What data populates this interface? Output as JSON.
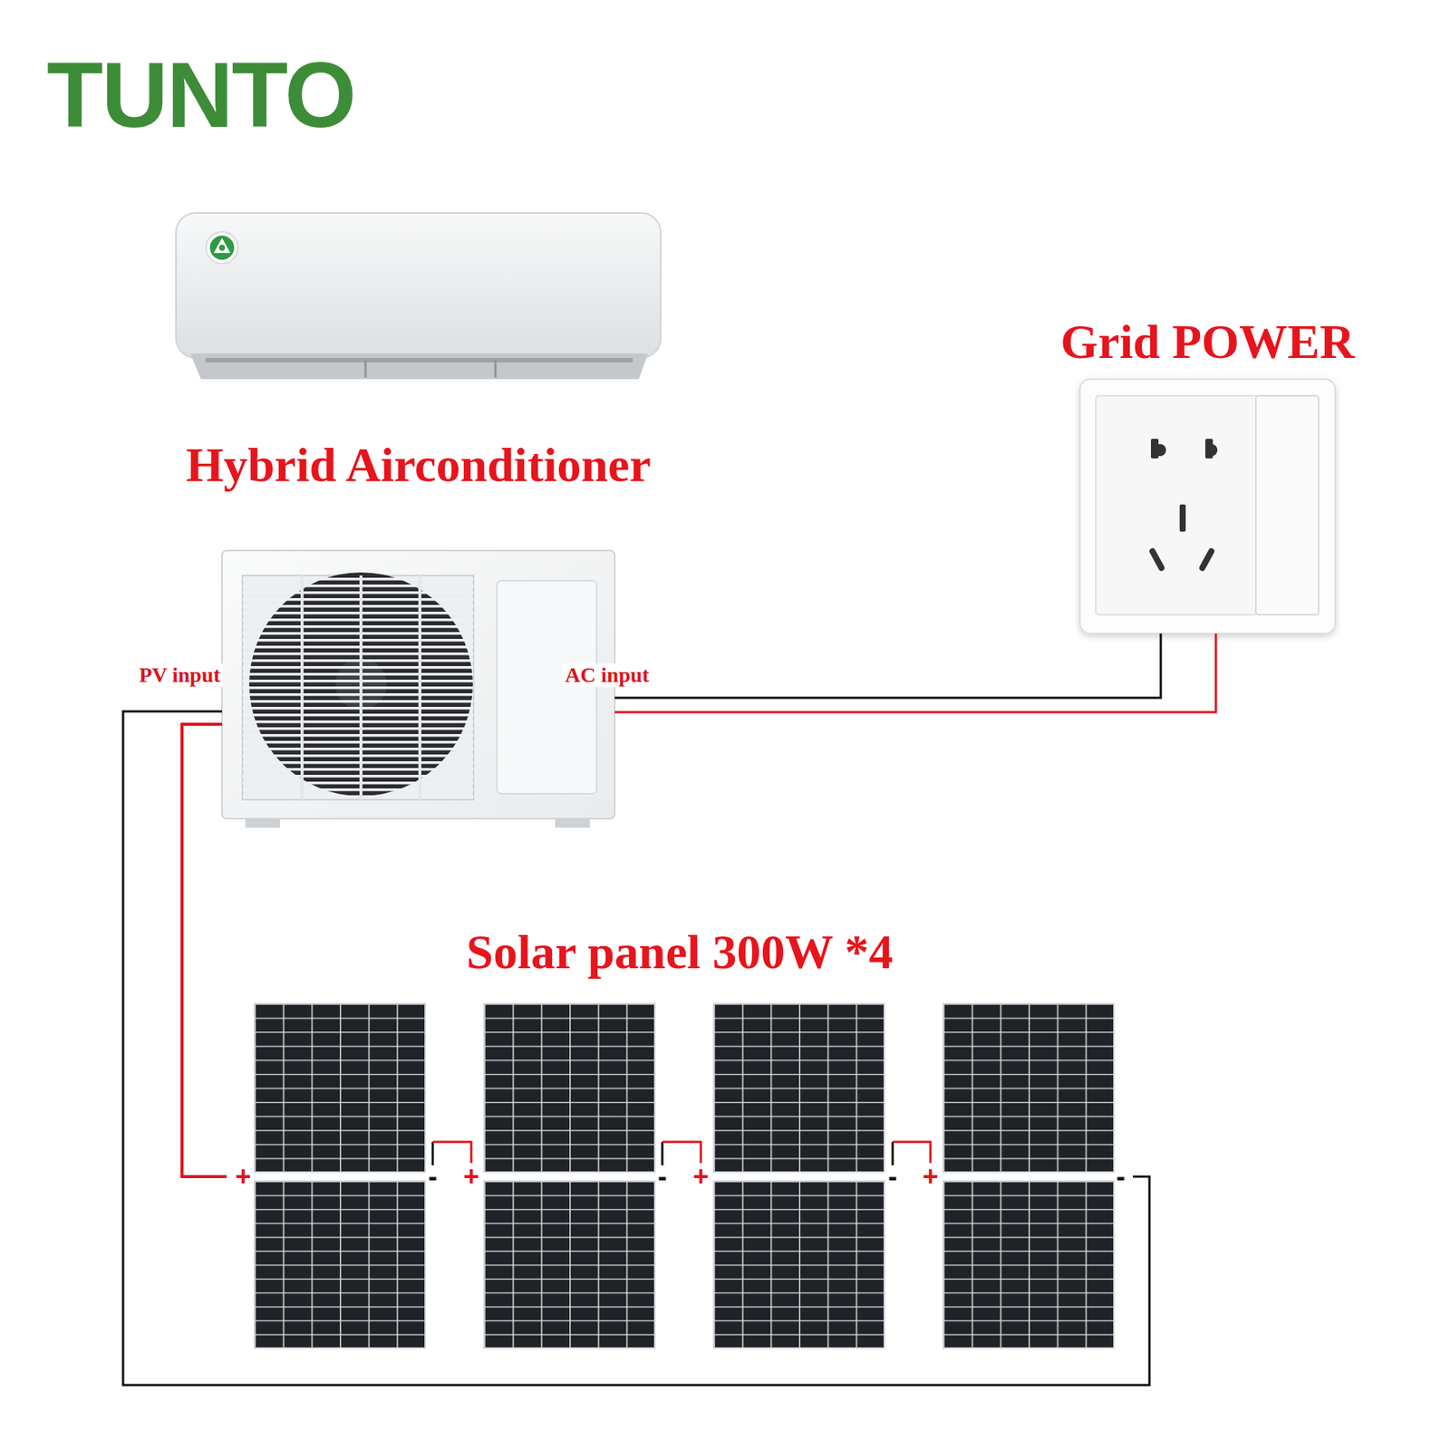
{
  "diagram": {
    "nodes": [
      {
        "text": [
          "Hybrid Airconditioner"
        ]
      },
      {
        "text": [
          "Grid POWER"
        ]
      },
      {
        "text": [
          "Solar panel 300W *4"
        ]
      }
    ],
    "edges": [
      {
        "from": 0,
        "to": 2,
        "arrow": "none",
        "label": "PV input"
      },
      {
        "from": 0,
        "to": 2,
        "arrow": "none"
      },
      {
        "from": 0,
        "to": 1,
        "arrow": "none",
        "label": "AC input"
      },
      {
        "from": 0,
        "to": 1,
        "arrow": "none"
      }
    ],
    "labels": [
      "TUNTO",
      "+",
      "-",
      "+",
      "-",
      "+",
      "-",
      "+",
      "-"
    ]
  }
}
